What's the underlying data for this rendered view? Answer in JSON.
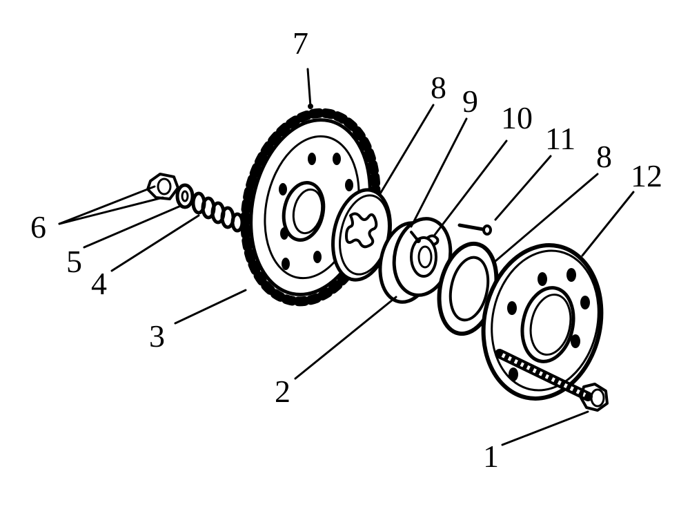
{
  "diagram": {
    "labels": {
      "part_1": "1",
      "part_2": "2",
      "part_3": "3",
      "part_4": "4",
      "part_5": "5",
      "part_6": "6",
      "part_7": "7",
      "part_8_left": "8",
      "part_8_right": "8",
      "part_9": "9",
      "part_10": "10",
      "part_11": "11",
      "part_12": "12"
    }
  }
}
